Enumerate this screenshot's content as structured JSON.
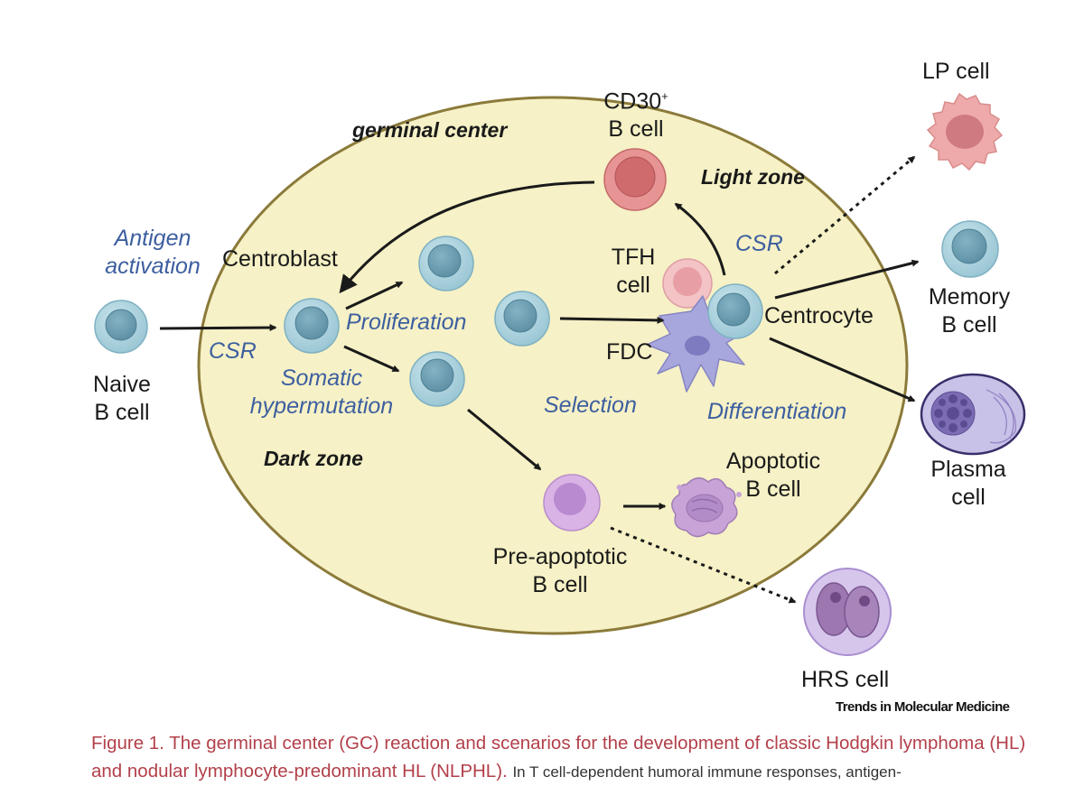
{
  "diagram": {
    "regions": {
      "germinal_center": "germinal center",
      "light_zone": "Light zone",
      "dark_zone": "Dark zone"
    },
    "cells": {
      "naive": [
        "Naive",
        "B cell"
      ],
      "centroblast": "Centroblast",
      "cd30": {
        "main": "CD30",
        "sup": "+",
        "line2": "B cell"
      },
      "tfh": [
        "TFH",
        "cell"
      ],
      "fdc": "FDC",
      "centrocyte": "Centrocyte",
      "lp": "LP cell",
      "memory": [
        "Memory",
        "B cell"
      ],
      "plasma": [
        "Plasma",
        "cell"
      ],
      "apoptotic": [
        "Apoptotic",
        "B cell"
      ],
      "pre_apoptotic": [
        "Pre-apoptotic",
        "B cell"
      ],
      "hrs": "HRS cell"
    },
    "processes": {
      "antigen_activation": [
        "Antigen",
        "activation"
      ],
      "csr_left": "CSR",
      "csr_right": "CSR",
      "proliferation": "Proliferation",
      "somatic_hypermutation": [
        "Somatic",
        "hypermutation"
      ],
      "selection": "Selection",
      "differentiation": "Differentiation"
    }
  },
  "credit": "Trends in Molecular Medicine",
  "caption": {
    "title": "Figure 1. The germinal center (GC) reaction and scenarios for the development of classic Hodgkin lymphoma (HL) and nodular lymphocyte-predominant HL (NLPHL).",
    "text": "In T cell-dependent humoral immune responses, antigen-"
  },
  "colors": {
    "gc_fill": "#f6f1c6",
    "gc_border": "#8b7a3a",
    "b_cell": "#a9d1dc",
    "nucleus": "#6e9db0",
    "cd30_cell": "#e58c8c",
    "apoptotic": "#c9a6d6",
    "caption": "#b2404a",
    "process_text": "#3d5fa0"
  }
}
